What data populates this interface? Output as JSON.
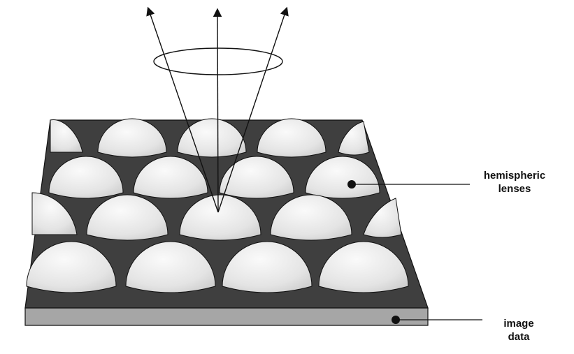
{
  "labels": {
    "lenses_line1": "hemispheric",
    "lenses_line2": "lenses",
    "image_line1": "image",
    "image_line2": "data"
  },
  "colors": {
    "background": "#ffffff",
    "plate_top": "#404040",
    "plate_side": "#9a9a9a",
    "lens_fill": "#e8e8e8",
    "ink": "#111111"
  }
}
